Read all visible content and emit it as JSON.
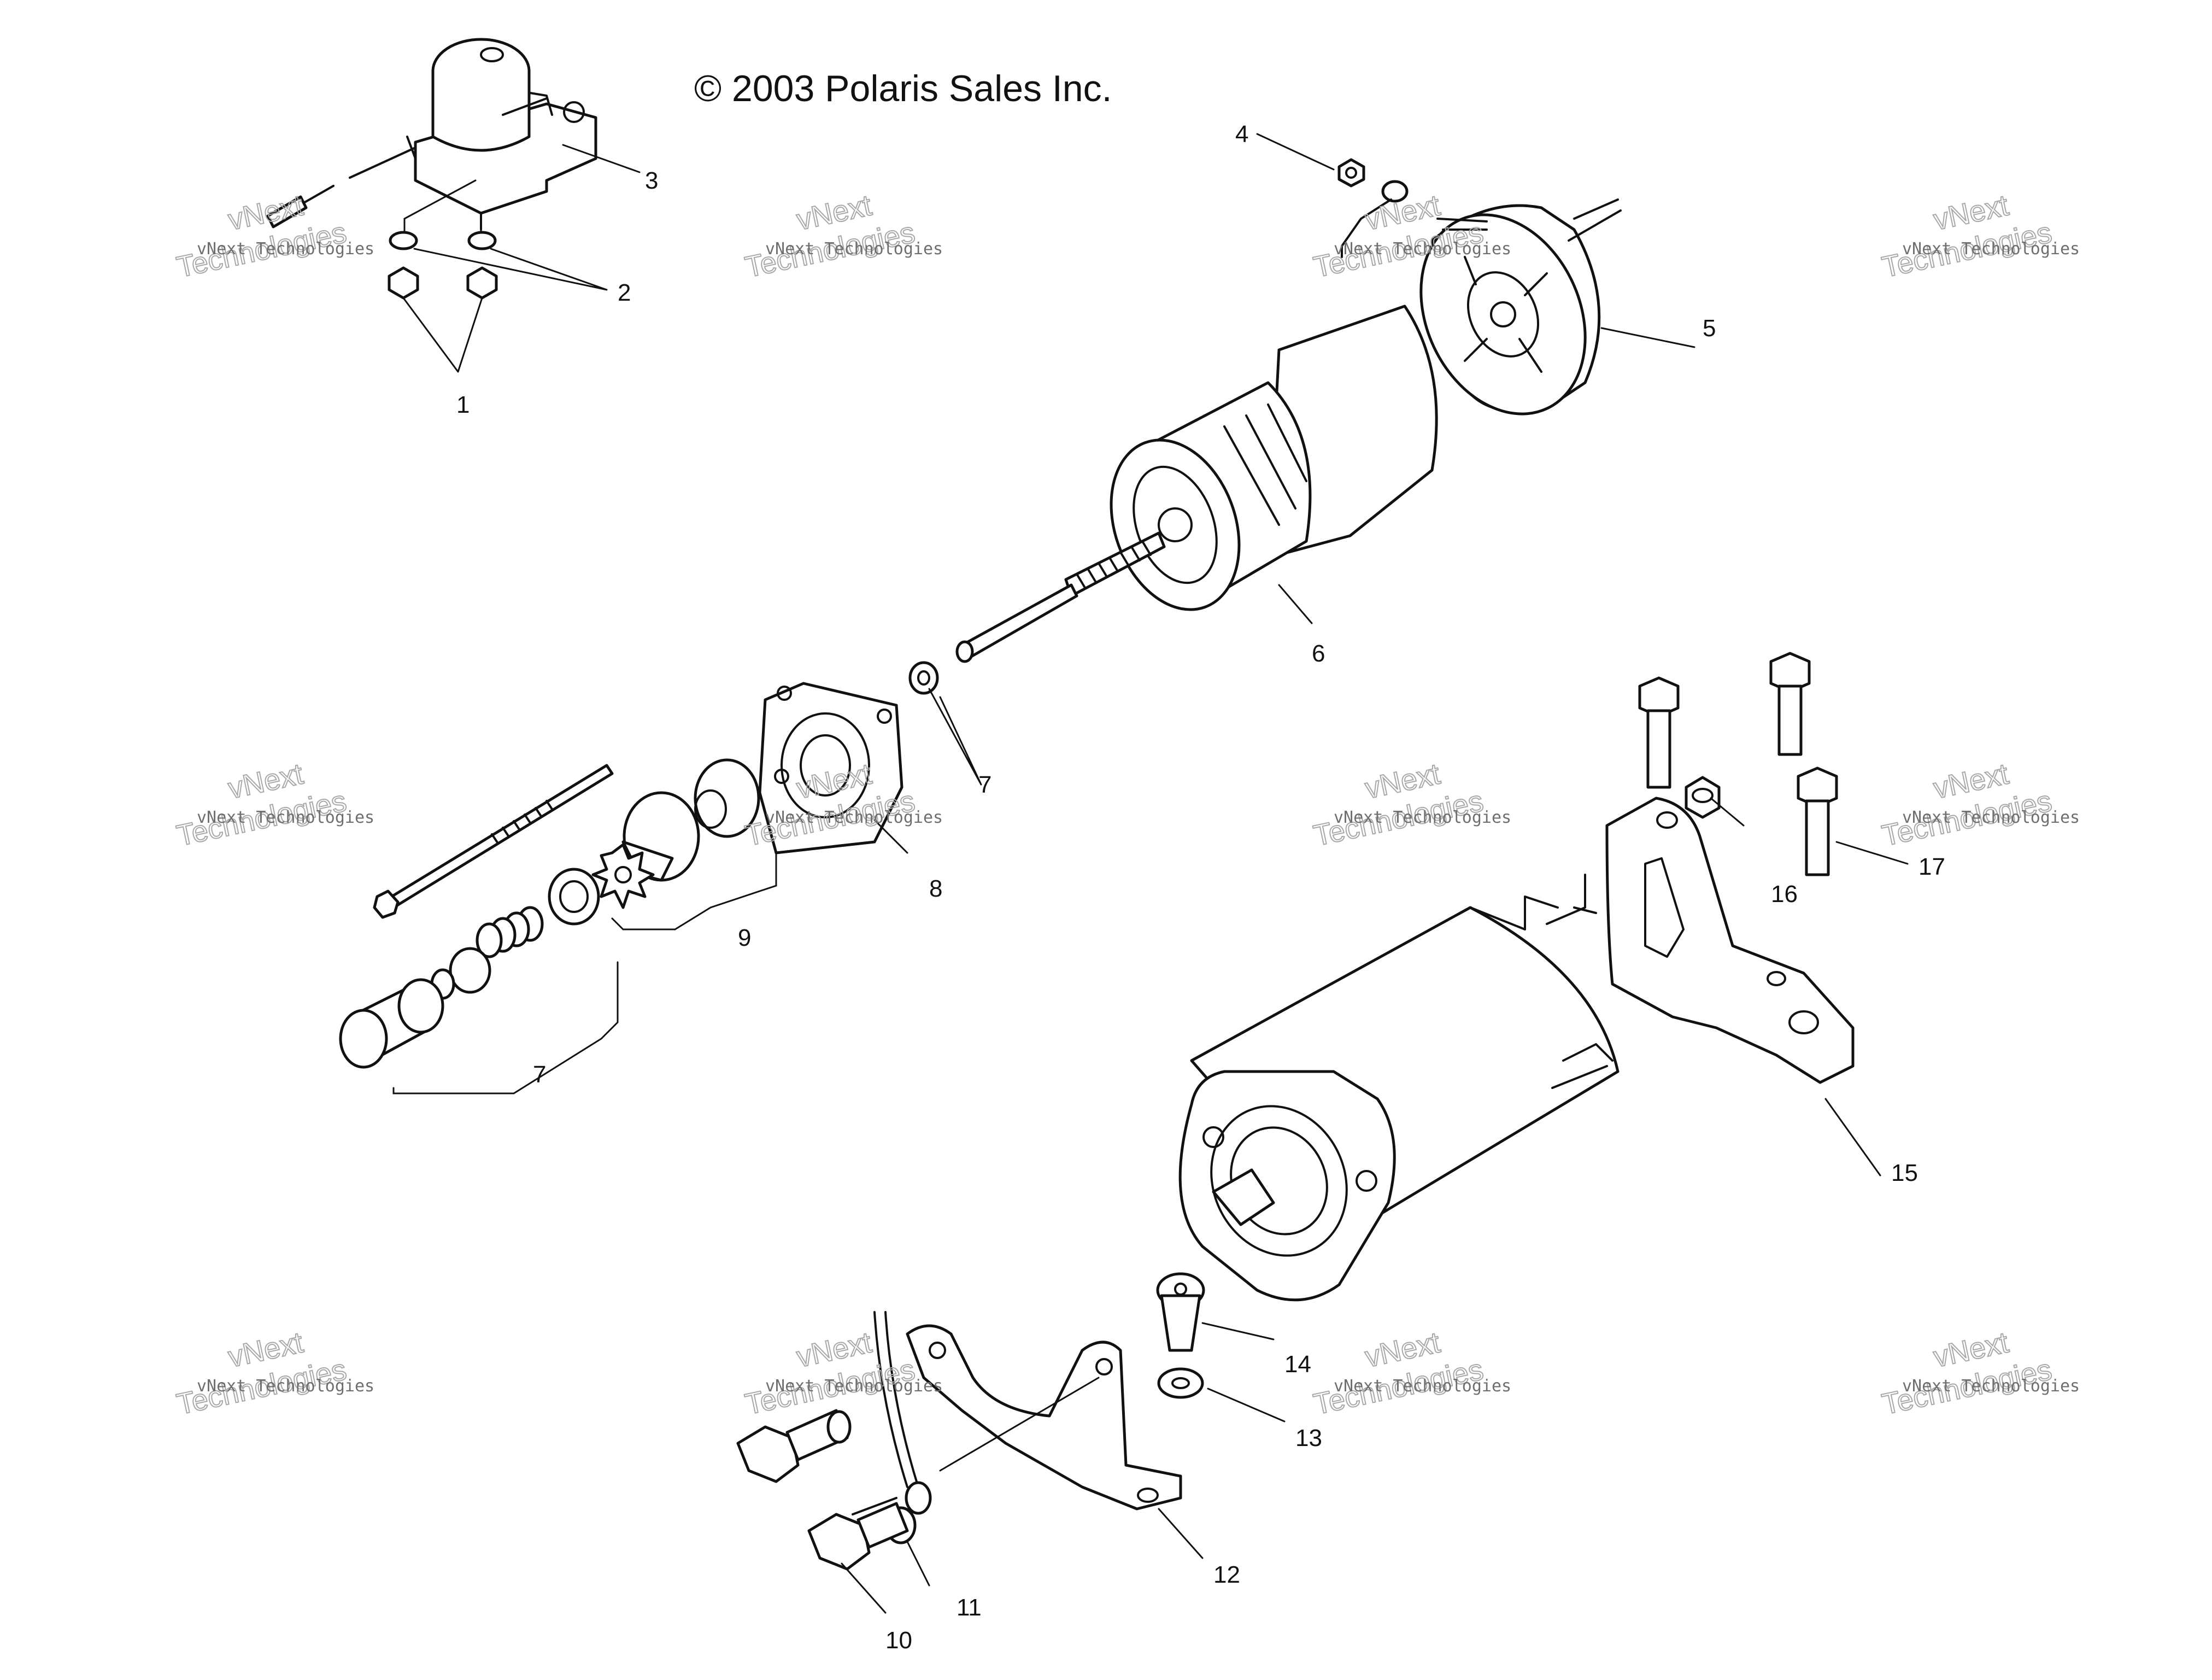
{
  "copyright": "© 2003 Polaris Sales Inc.",
  "callouts": {
    "c1": "1",
    "c2": "2",
    "c3": "3",
    "c4": "4",
    "c5": "5",
    "c6": "6",
    "c7a": "7",
    "c7b": "7",
    "c8": "8",
    "c9": "9",
    "c10": "10",
    "c11": "11",
    "c12": "12",
    "c13": "13",
    "c14": "14",
    "c15": "15",
    "c16": "16",
    "c17": "17"
  },
  "watermark": {
    "line1": "vNext Technologies",
    "line2": "vNext",
    "line3": "Technologies"
  }
}
